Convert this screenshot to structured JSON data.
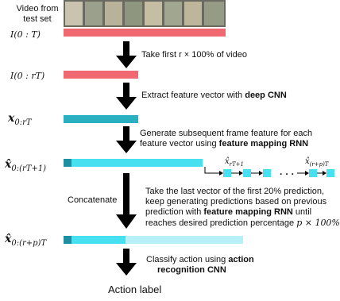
{
  "labels": {
    "video_from": "Video from",
    "test_set": "test set",
    "I_0_T": "I(0 : T)",
    "I_0_rT": "I(0 : rT)",
    "x_0_rT": "x",
    "x_0_rT_sub": "0:rT",
    "x_hat_rT1": "x̂",
    "x_hat_rT1_sub": "0:(rT+1)",
    "x_hat_rpT": "x̂",
    "x_hat_rpT_sub": "0:(r+p)T",
    "x_hat_small_1": "x̂",
    "x_hat_small_1_sub": "rT+1",
    "x_hat_small_2": "x̂",
    "x_hat_small_2_sub": "(r+p)T",
    "dots": "· · ·",
    "concatenate": "Concatenate",
    "action_label": "Action label"
  },
  "steps": {
    "step1": "Take first r × 100% of video",
    "step2_pre": "Extract feature vector with ",
    "step2_bold": "deep CNN",
    "step3_line1": "Generate subsequent frame feature for each",
    "step3_line2_pre": "feature vector using ",
    "step3_line2_bold": "feature mapping RNN",
    "step4_line1": "Take the last vector of the first 20% prediction,",
    "step4_line2": "keep generating predictions based on previous",
    "step4_line3_pre": "prediction with ",
    "step4_line3_bold": "feature mapping RNN",
    "step4_line3_post": " until",
    "step4_line4": "reaches desired prediction percentage",
    "step4_math": "p × 100%",
    "step5_pre": "Classify action using ",
    "step5_bold1": "action",
    "step5_bold2": "recognition CNN"
  },
  "colors": {
    "video_bar": "#f06870",
    "feature_bar": "#2ab0c0",
    "prediction_bar": "#46e0f0",
    "prediction_light": "#b8f0fa",
    "dark_cap": "#1e8ea0",
    "arrow": "#000000"
  }
}
